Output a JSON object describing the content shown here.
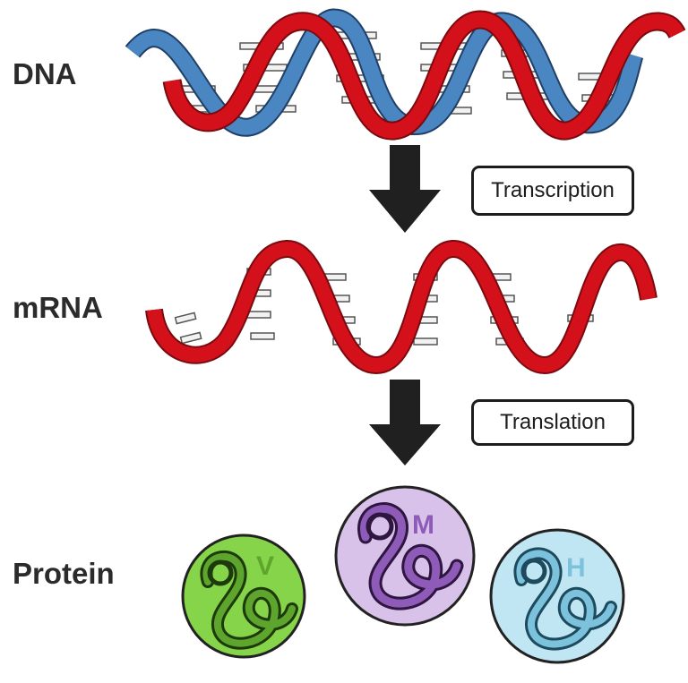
{
  "labels": {
    "dna": "DNA",
    "mrna": "mRNA",
    "protein": "Protein"
  },
  "steps": {
    "transcription": "Transcription",
    "translation": "Translation"
  },
  "proteins": [
    {
      "letter": "V",
      "fill": "#86d44a",
      "stroke": "#3f7f1c",
      "coil": "#5ea52d",
      "text_color": "#5ea52d"
    },
    {
      "letter": "M",
      "fill": "#d8c2ea",
      "stroke": "#6b3f8f",
      "coil": "#8e5cb8",
      "text_color": "#8e5cb8"
    },
    {
      "letter": "H",
      "fill": "#bfe6f2",
      "stroke": "#3b8fb1",
      "coil": "#7cc2dc",
      "text_color": "#7cc2dc"
    }
  ],
  "colors": {
    "strand_red": "#d4111a",
    "strand_blue": "#4a86c2",
    "arrow": "#202020"
  }
}
